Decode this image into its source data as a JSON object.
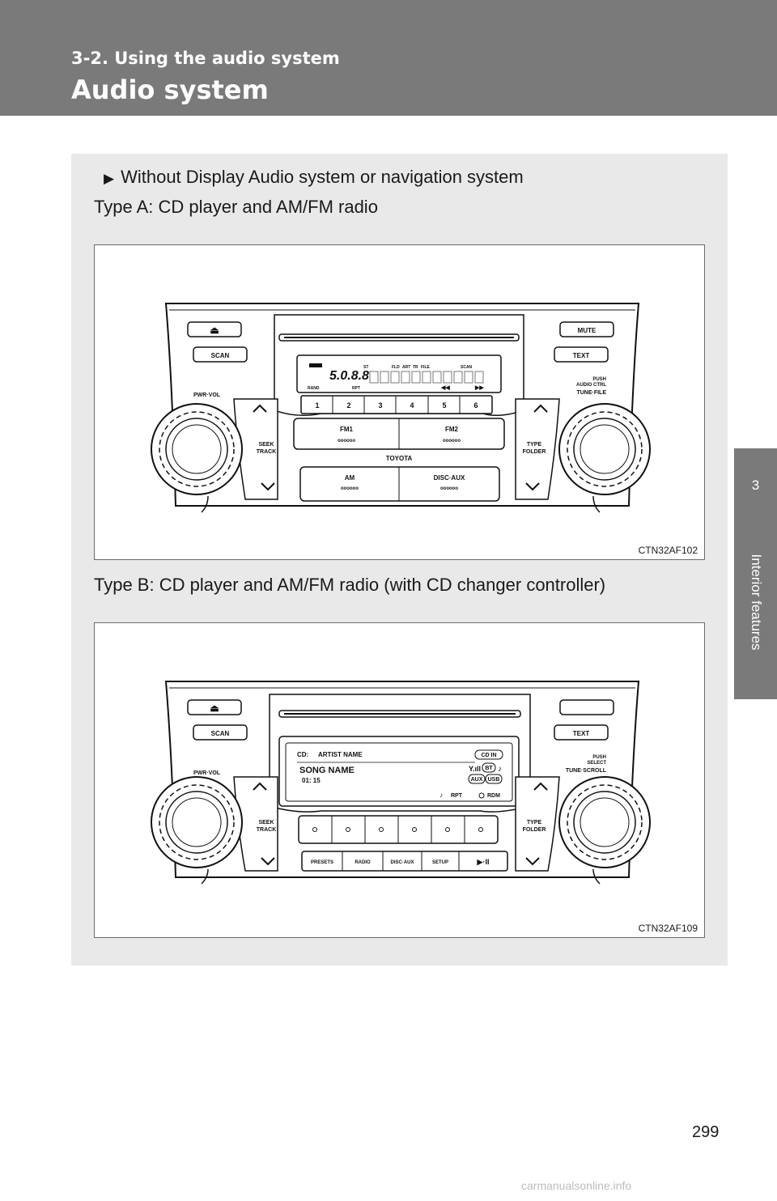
{
  "header": {
    "section": "3-2. Using the audio system",
    "title": "Audio system"
  },
  "side_tab": {
    "chapter_number": "3",
    "chapter_label": "Interior features"
  },
  "content": {
    "bullet": "Without Display Audio system or navigation system",
    "type_a_label": "Type A: CD player and AM/FM radio",
    "type_b_label": "Type B: CD player and AM/FM radio (with CD changer controller)"
  },
  "figure_a": {
    "code": "CTN32AF102",
    "eject_symbol": "⏏",
    "scan": "SCAN",
    "mute": "MUTE",
    "text": "TEXT",
    "pwr_vol": "PWR·VOL",
    "push_line1": "PUSH",
    "push_line2": "AUDIO CTRL",
    "tune_file": "TUNE·FILE",
    "seek_line1": "SEEK",
    "seek_line2": "TRACK",
    "type_line1": "TYPE",
    "type_line2": "FOLDER",
    "presets": [
      "1",
      "2",
      "3",
      "4",
      "5",
      "6"
    ],
    "fm1": "FM1",
    "fm2": "FM2",
    "brand": "TOYOTA",
    "am": "AM",
    "disc_aux": "DISC·AUX",
    "lcd_digits": "5.0.8.8",
    "lcd_labels": [
      "ST",
      "FLD",
      "ART",
      "TR",
      "FILE",
      "SCAN"
    ],
    "lcd_rand": "RAND",
    "lcd_rpt": "RPT"
  },
  "figure_b": {
    "code": "CTN32AF109",
    "eject_symbol": "⏏",
    "scan": "SCAN",
    "text": "TEXT",
    "pwr_vol": "PWR·VOL",
    "push_line1": "PUSH",
    "push_line2": "SELECT",
    "tune_scroll": "TUNE·SCROLL",
    "seek_line1": "SEEK",
    "seek_line2": "TRACK",
    "type_line1": "TYPE",
    "type_line2": "FOLDER",
    "screen_source": "CD:",
    "artist": "ARTIST NAME",
    "song": "SONG NAME",
    "time": "01: 15",
    "badge_cd_in": "CD IN",
    "badge_bt": "BT",
    "badge_aux": "AUX",
    "badge_usb": "USB",
    "rpt": "RPT",
    "rdm": "RDM",
    "buttons": [
      "PRESETS",
      "RADIO",
      "DISC·AUX",
      "SETUP",
      "▶·II"
    ]
  },
  "footer": {
    "page_number": "299",
    "watermark": "carmanualsonline.info"
  }
}
